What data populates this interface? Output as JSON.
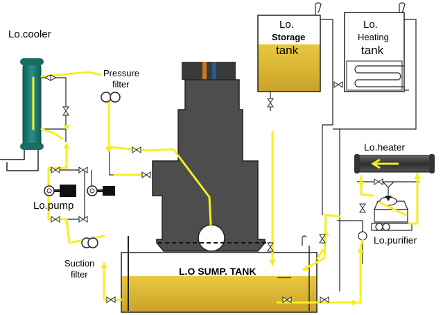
{
  "labels": {
    "lo_cooler": "Lo.cooler",
    "pressure_filter_line1": "Pressure",
    "pressure_filter_line2": "filter",
    "lo_pump": "Lo.pump",
    "suction_filter_line1": "Suction",
    "suction_filter_line2": "filter",
    "sump_tank": "L.O SUMP. TANK",
    "storage_tank_line1": "Lo.",
    "storage_tank_line2": "Storage",
    "storage_tank_line3": "tank",
    "heating_tank_line1": "Lo.",
    "heating_tank_line2": "Heating",
    "heating_tank_line3": "tank",
    "lo_heater": "Lo.heater",
    "lo_purifier": "Lo.purifier"
  },
  "colors": {
    "oil_flow": "#f5ef1f",
    "oil_fill": "#d9b42a",
    "engine_body": "#4d4d4d",
    "cooler": "#1f7a72",
    "heater_body": "#444444",
    "pipe": "#222222"
  },
  "icons": {
    "valve": "bowtie-valve-icon",
    "pump": "pump-icon",
    "filter": "double-circle-filter-icon",
    "arrow": "flow-arrow-icon"
  }
}
